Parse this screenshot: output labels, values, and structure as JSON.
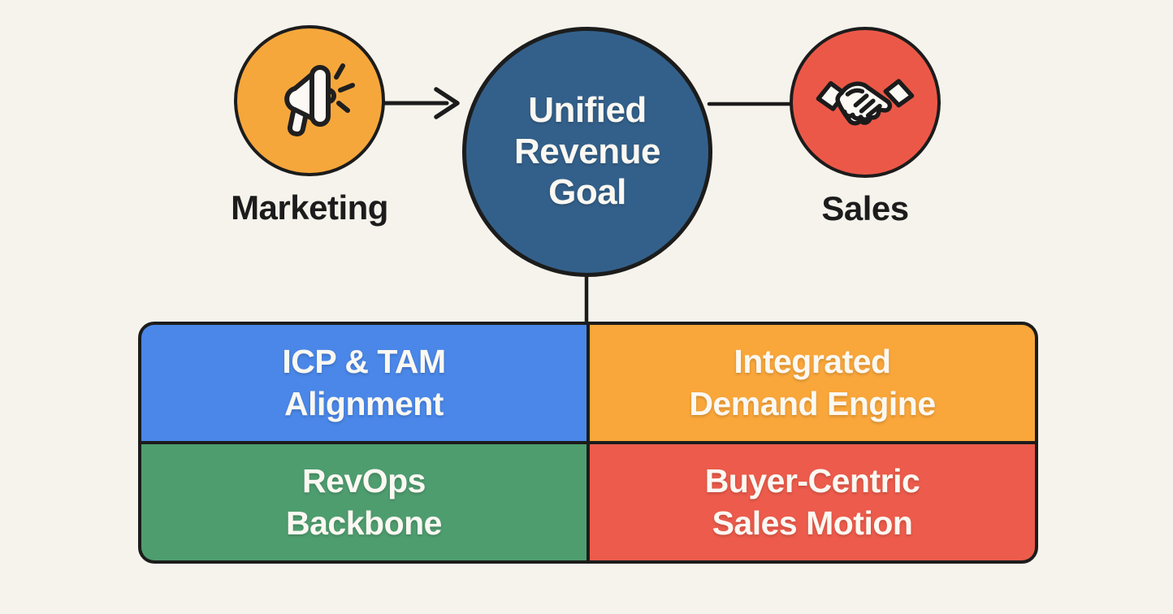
{
  "diagram": {
    "title": "Unified Revenue Goal diagram",
    "background_color": "#F6F3EC",
    "stroke_color": "#1C1C1C",
    "light_text_color": "#FBF8F2",
    "nodes": {
      "marketing": {
        "label": "Marketing",
        "fill": "#F6A73B",
        "icon": "megaphone-icon"
      },
      "goal": {
        "label": "Unified\nRevenue\nGoal",
        "fill": "#33608A"
      },
      "sales": {
        "label": "Sales",
        "fill": "#EC5848",
        "icon": "handshake-icon"
      }
    },
    "connectors": [
      {
        "from": "marketing",
        "to": "goal",
        "style": "arrow"
      },
      {
        "from": "goal",
        "to": "sales",
        "style": "line"
      },
      {
        "from": "goal",
        "to": "pillars-grid",
        "style": "line"
      }
    ],
    "pillars": [
      {
        "label": "ICP & TAM\nAlignment",
        "fill": "#4A87E8"
      },
      {
        "label": "Integrated\nDemand Engine",
        "fill": "#F9A63A"
      },
      {
        "label": "RevOps\nBackbone",
        "fill": "#4E9D6F"
      },
      {
        "label": "Buyer-Centric\nSales Motion",
        "fill": "#EC5B4B"
      }
    ]
  }
}
